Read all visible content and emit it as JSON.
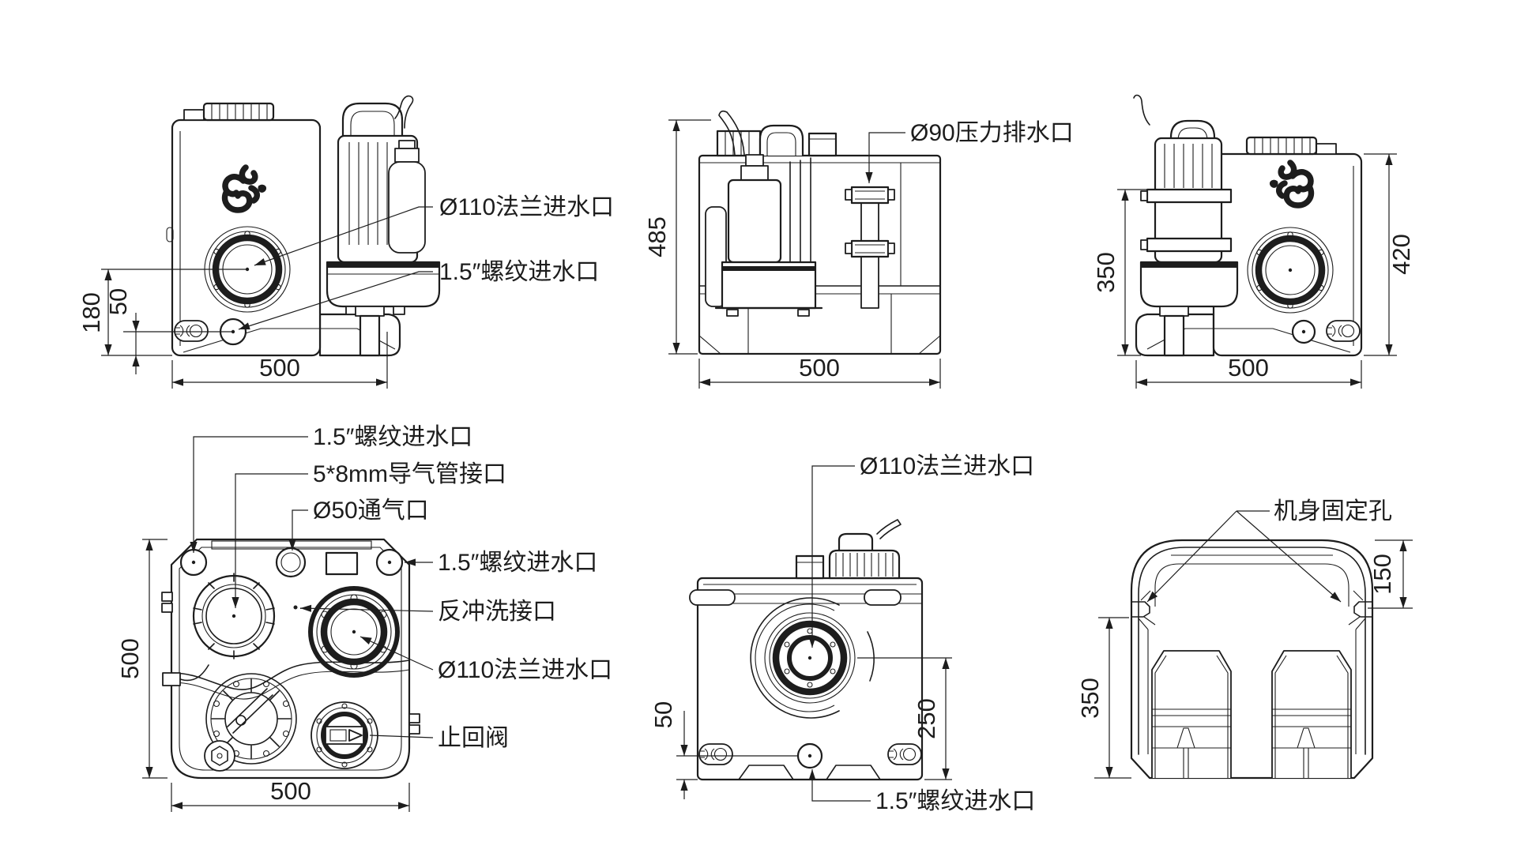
{
  "colors": {
    "line": "#1d1d1d",
    "background": "#ffffff"
  },
  "views": {
    "front": {
      "labels": {
        "flange_inlet": "Ø110法兰进水口",
        "threaded_inlet": "1.5″螺纹进水口"
      },
      "dims": {
        "flange_height": "180",
        "inlet_height": "50",
        "width": "500"
      }
    },
    "left_side": {
      "labels": {
        "pressure_outlet": "Ø90压力排水口"
      },
      "dims": {
        "total_height": "485",
        "width": "500"
      }
    },
    "rear": {
      "dims": {
        "pump_height": "350",
        "tank_height": "420",
        "width": "500"
      }
    },
    "top": {
      "labels": {
        "threaded_inlet_left": "1.5″螺纹进水口",
        "air_tube_port": "5*8mm导气管接口",
        "vent_port": "Ø50通气口",
        "threaded_inlet_right": "1.5″螺纹进水口",
        "backflush_port": "反冲洗接口",
        "flange_inlet": "Ø110法兰进水口",
        "check_valve": "止回阀"
      },
      "dims": {
        "depth": "500",
        "width": "500"
      }
    },
    "right_side": {
      "labels": {
        "flange_inlet": "Ø110法兰进水口",
        "threaded_inlet": "1.5″螺纹进水口"
      },
      "dims": {
        "inlet_height": "50",
        "flange_height": "250"
      }
    },
    "section": {
      "labels": {
        "fixing_holes": "机身固定孔"
      },
      "dims": {
        "hole_from_top": "150",
        "hole_from_bottom": "350"
      }
    }
  }
}
